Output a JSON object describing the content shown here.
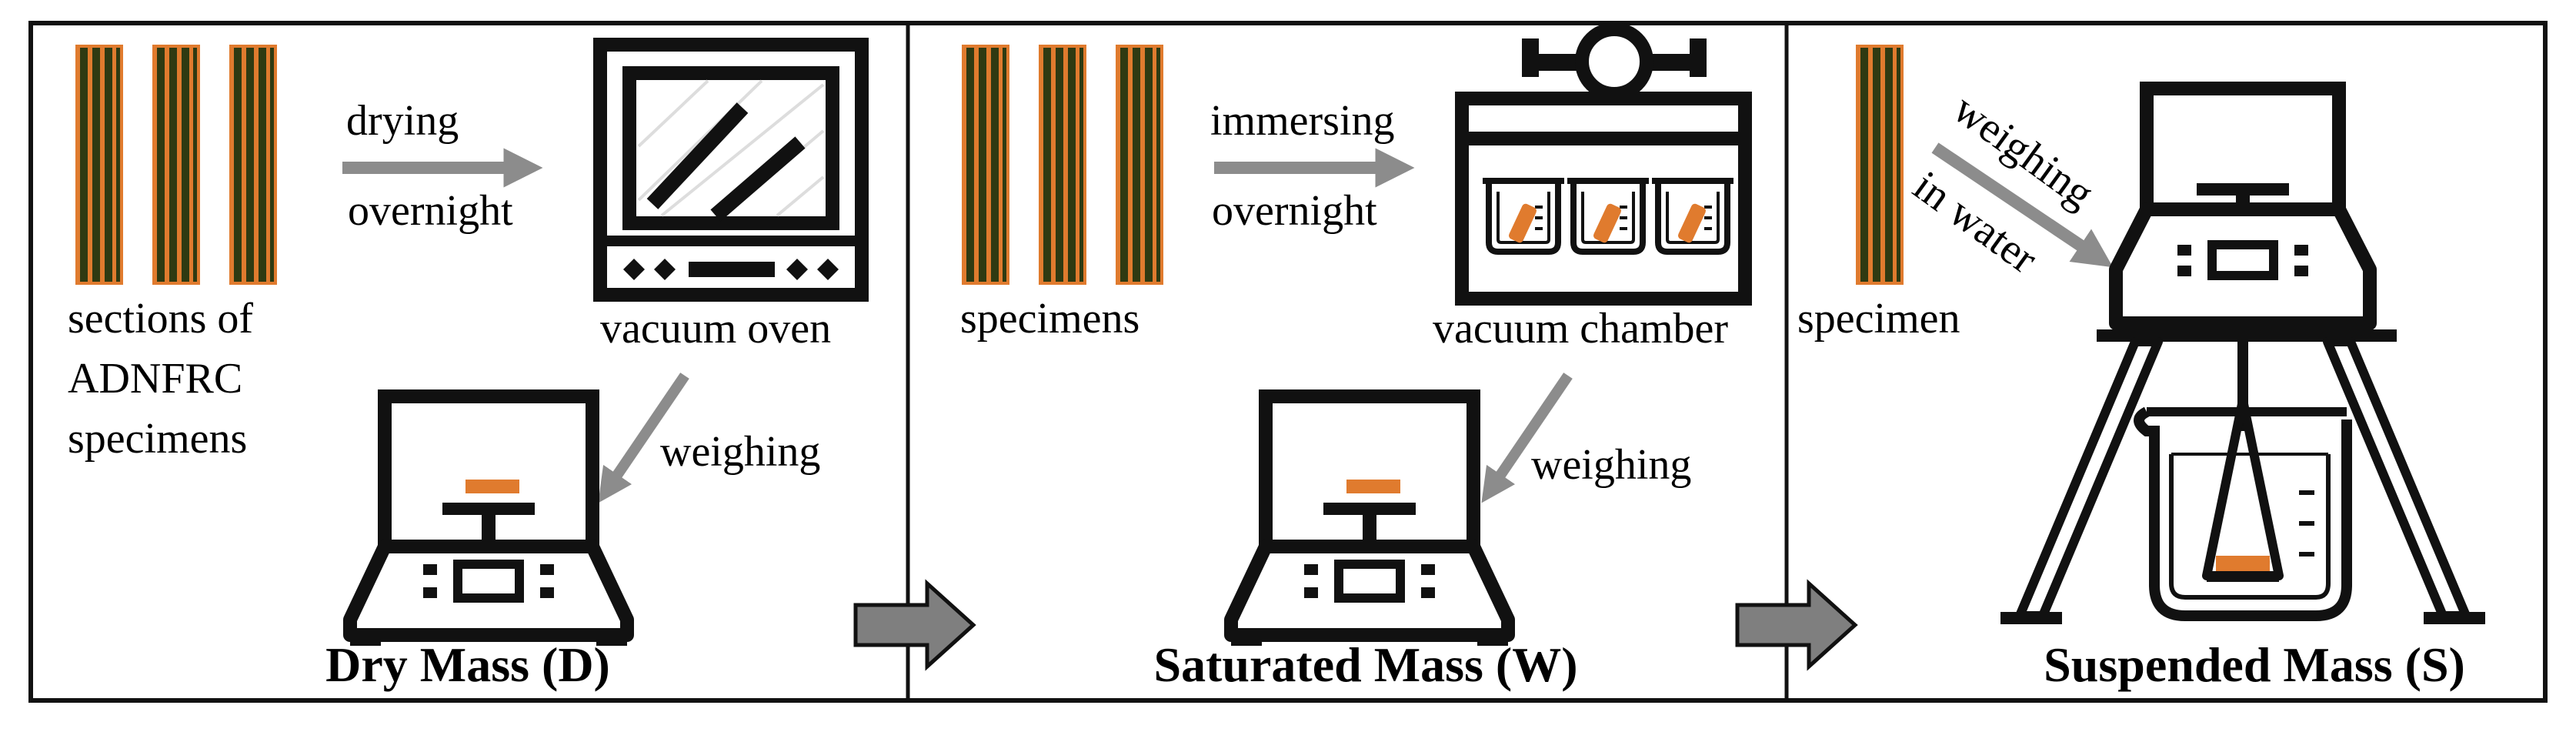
{
  "panels": [
    {
      "specimen_label": "sections of ADNFRC specimens",
      "specimen_label_lines": [
        "sections of",
        "ADNFRC",
        "specimens"
      ],
      "process_label_lines": [
        "drying",
        "overnight"
      ],
      "equipment_label": "vacuum oven",
      "weigh_label": "weighing",
      "result_label": "Dry Mass (D)"
    },
    {
      "specimen_label": "specimens",
      "process_label_lines": [
        "immersing",
        "overnight"
      ],
      "equipment_label": "vacuum chamber",
      "weigh_label": "weighing",
      "result_label": "Saturated Mass (W)"
    },
    {
      "specimen_label": "specimen",
      "process_label_lines": [
        "weighing",
        "in water"
      ],
      "result_label": "Suspended Mass (S)"
    }
  ],
  "colors": {
    "specimen_fill": "#e07b2e",
    "specimen_stripe": "#2f3a12",
    "arrow_gray": "#8c8c8c",
    "flow_arrow": "#7f7f7f",
    "outline": "#111111"
  }
}
